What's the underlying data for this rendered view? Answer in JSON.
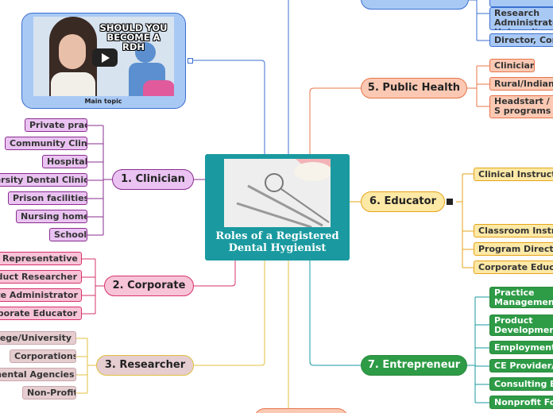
{
  "central": {
    "title": "Roles of a Registered Dental Hygienist"
  },
  "main_topic": {
    "label": "Main topic",
    "video_text": "SHOULD YOU BECOME A RDH"
  },
  "branches": {
    "clinician": {
      "label": "1. Clinician",
      "color": "#8a2d8f",
      "fill": "#eac3f2",
      "items": [
        "Private practice",
        "Community Clinic",
        "Hospitals",
        "University Dental Clinics",
        "Prison facilities",
        "Nursing homes",
        "Schools"
      ]
    },
    "corporate": {
      "label": "2. Corporate",
      "color": "#d6336c",
      "fill": "#f7c3d6",
      "items": [
        "Sales Representative",
        "Product Researcher",
        "Corporate Administrator",
        "Corporate Educator"
      ]
    },
    "researcher": {
      "label": "3. Researcher",
      "color": "#e0c040",
      "fill": "#e6cdd0",
      "items": [
        "College/University",
        "Corporations",
        "Governmental Agencies",
        "Non-Profit"
      ]
    },
    "administrator": {
      "items": [
        "Research Administrator University",
        "Director, Corporate"
      ]
    },
    "public_health": {
      "label": "5. Public Health",
      "color": "#e8744a",
      "fill": "#fbc9b3",
      "items": [
        "Clinician",
        "Rural/Indian",
        "Headstart / S programs"
      ]
    },
    "educator": {
      "label": "6. Educator",
      "color": "#e6a418",
      "fill": "#fde9a6",
      "items": [
        "Clinical Instructor",
        "Classroom Instructor",
        "Program Director",
        "Corporate Educator"
      ]
    },
    "entrepreneur": {
      "label": "7. Entrepreneur",
      "color": "#2b8a3e",
      "fill": "#2e9b46",
      "items": [
        "Practice Management Company",
        "Product Development Sales",
        "Employment S",
        "CE Provider/",
        "Consulting Bu",
        "Nonprofit Fou"
      ]
    }
  }
}
